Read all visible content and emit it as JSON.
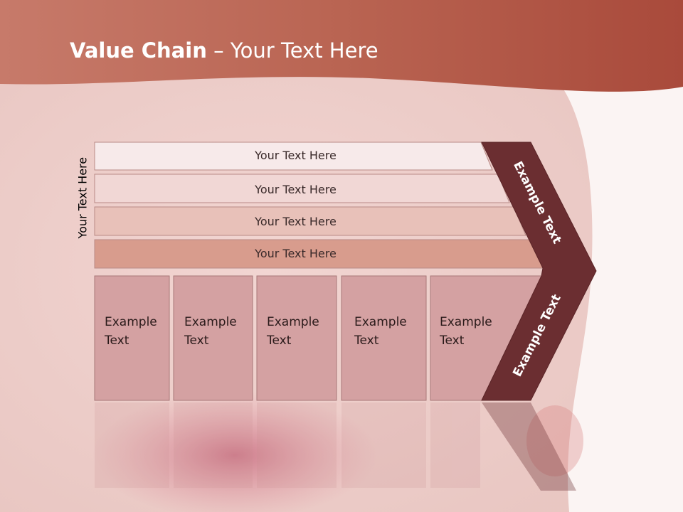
{
  "title": {
    "bold": "Value Chain",
    "rest": " – Your Text Here"
  },
  "side_label": "Your Text Here",
  "bars": [
    {
      "label": "Your Text Here"
    },
    {
      "label": "Your Text Here"
    },
    {
      "label": "Your Text Here"
    },
    {
      "label": "Your Text Here"
    }
  ],
  "boxes": [
    {
      "line1": "Example",
      "line2": "Text"
    },
    {
      "line1": "Example",
      "line2": "Text"
    },
    {
      "line1": "Example",
      "line2": "Text"
    },
    {
      "line1": "Example",
      "line2": "Text"
    },
    {
      "line1": "Example",
      "line2": "Text"
    }
  ],
  "chevron": {
    "top_label": "Example Text",
    "bottom_label": "Example Text"
  },
  "colors": {
    "header": "#b35a4a",
    "chevron": "#6b2e31",
    "box": "#d4a1a2",
    "bar1": "#f7eaea",
    "bar2": "#f1d7d5",
    "bar3": "#e8c1b9",
    "bar4": "#d89c8d"
  }
}
